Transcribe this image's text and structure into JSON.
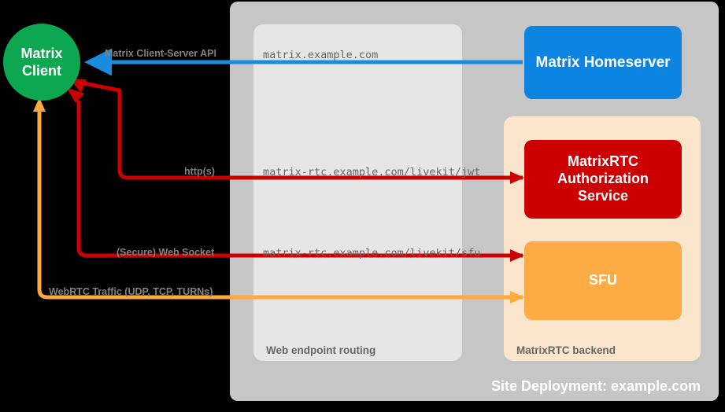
{
  "diagram": {
    "title": "Site Deployment: example.com",
    "colors": {
      "background": "#000000",
      "site_panel": "#C6C6C6",
      "routing_panel": "#E6E6E6",
      "backend_panel": "#FCE5CD",
      "client": "#0CA750",
      "homeserver": "#0B84E2",
      "auth_service": "#CC0000",
      "sfu": "#FDAB45",
      "arrow_blue": "#1A8CE0",
      "arrow_red": "#CC0000",
      "arrow_orange": "#FDA93B",
      "label_text": "#808080",
      "url_text": "#666666"
    }
  },
  "nodes": {
    "client": {
      "label": "Matrix\nClient",
      "line1": "Matrix",
      "line2": "Client"
    },
    "homeserver": {
      "label": "Matrix Homeserver"
    },
    "auth_service": {
      "line1": "MatrixRTC",
      "line2": "Authorization",
      "line3": "Service"
    },
    "sfu": {
      "label": "SFU"
    }
  },
  "panels": {
    "site": {
      "caption": "Site Deployment: example.com"
    },
    "routing": {
      "caption": "Web endpoint routing"
    },
    "backend": {
      "caption": "MatrixRTC backend"
    }
  },
  "endpoints": [
    {
      "url": "matrix.example.com"
    },
    {
      "url": "matrix-rtc.example.com/livekit/jwt"
    },
    {
      "url": "matrix-rtc.example.com/livekit/sfu"
    }
  ],
  "connections": [
    {
      "name": "matrix-client-server-api",
      "protocol_label": "Matrix Client-Server API",
      "endpoint": "matrix.example.com",
      "color": "#1A8CE0",
      "from": "Matrix Homeserver",
      "to": "Matrix Client"
    },
    {
      "name": "livekit-jwt-http",
      "protocol_label": "http(s)",
      "endpoint": "matrix-rtc.example.com/livekit/jwt",
      "color": "#CC0000",
      "from": "Matrix Client",
      "to": "MatrixRTC Authorization Service"
    },
    {
      "name": "livekit-sfu-websocket",
      "protocol_label": "(Secure) Web Socket",
      "endpoint": "matrix-rtc.example.com/livekit/sfu",
      "color": "#CC0000",
      "from": "Matrix Client",
      "to": "SFU"
    },
    {
      "name": "webrtc-traffic",
      "protocol_label": "WebRTC Traffic (UDP, TCP, TURNs)",
      "endpoint": "",
      "color": "#FDA93B",
      "from": "Matrix Client",
      "to": "SFU"
    }
  ]
}
